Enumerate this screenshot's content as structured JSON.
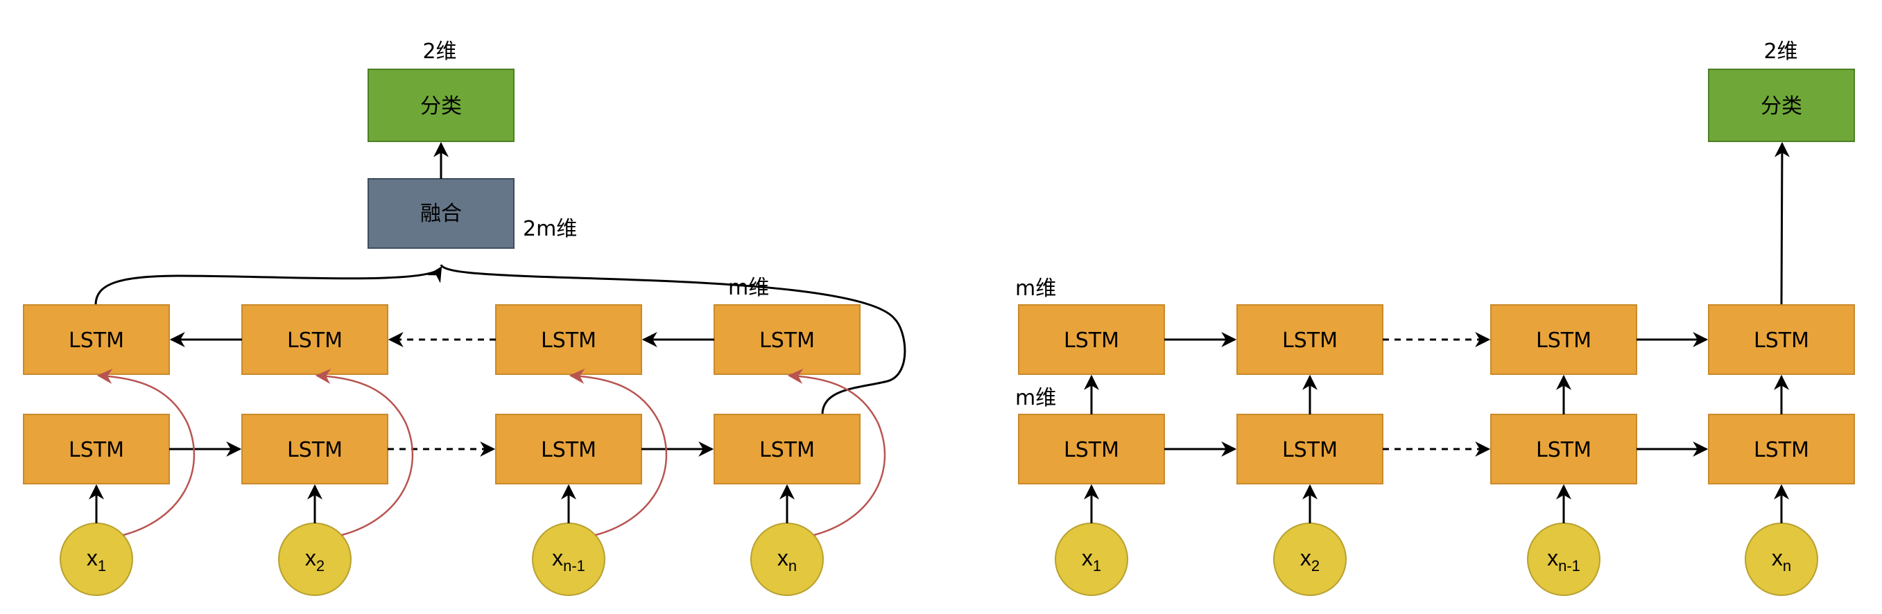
{
  "colors": {
    "lstm_fill": "#E8A33A",
    "lstm_stroke": "#C98A2A",
    "classify_fill": "#6FA838",
    "classify_stroke": "#4E7E24",
    "fusion_fill": "#647687",
    "fusion_stroke": "#3E4E5E",
    "input_fill": "#E2C73F",
    "input_stroke": "#B8A12F",
    "arrow": "#000000",
    "skip_arrow": "#B85450"
  },
  "left": {
    "classify_label": "分类",
    "classify_dim": "2维",
    "fusion_label": "融合",
    "fusion_dim": "2m维",
    "backward_dim": "m维",
    "lstm_label": "LSTM",
    "inputs": [
      {
        "base": "x",
        "sub": "1"
      },
      {
        "base": "x",
        "sub": "2"
      },
      {
        "base": "x",
        "sub": "n-1"
      },
      {
        "base": "x",
        "sub": "n"
      }
    ]
  },
  "right": {
    "classify_label": "分类",
    "classify_dim": "2维",
    "top_dim": "m维",
    "bottom_dim": "m维",
    "lstm_label": "LSTM",
    "inputs": [
      {
        "base": "x",
        "sub": "1"
      },
      {
        "base": "x",
        "sub": "2"
      },
      {
        "base": "x",
        "sub": "n-1"
      },
      {
        "base": "x",
        "sub": "n"
      }
    ]
  }
}
